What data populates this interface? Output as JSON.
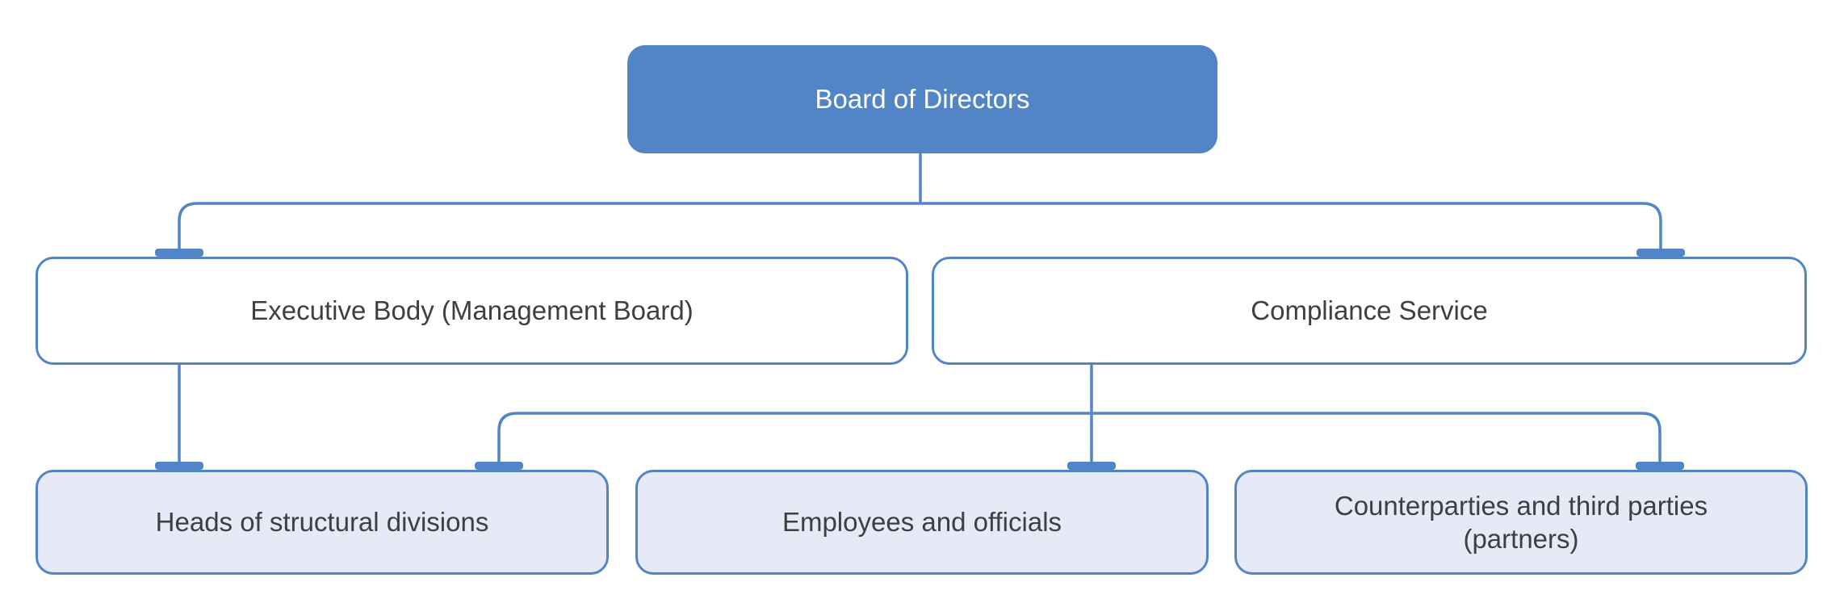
{
  "diagram": {
    "type": "org-chart",
    "nodes": [
      {
        "id": "board",
        "label": "Board of Directors",
        "level": 1,
        "style": "primary"
      },
      {
        "id": "executive",
        "label": "Executive Body (Management Board)",
        "level": 2,
        "style": "outline"
      },
      {
        "id": "compliance",
        "label": "Compliance Service",
        "level": 2,
        "style": "outline"
      },
      {
        "id": "heads",
        "label": "Heads of structural divisions",
        "level": 3,
        "style": "light"
      },
      {
        "id": "employees",
        "label": "Employees and officials",
        "level": 3,
        "style": "light"
      },
      {
        "id": "counterparties",
        "label": "Counterparties and third parties\n(partners)",
        "level": 3,
        "style": "light"
      }
    ],
    "edges": [
      {
        "from": "board",
        "to": "executive"
      },
      {
        "from": "board",
        "to": "compliance"
      },
      {
        "from": "executive",
        "to": "heads"
      },
      {
        "from": "compliance",
        "to": "heads"
      },
      {
        "from": "compliance",
        "to": "employees"
      },
      {
        "from": "compliance",
        "to": "counterparties"
      }
    ],
    "colors": {
      "primary_fill": "#5285C6",
      "connector": "#5285C6",
      "light_fill": "#E7EAF6",
      "node_border": "#5285C6",
      "text_dark": "#3C4043",
      "text_light": "#FFFFFF",
      "background": "#FFFFFF"
    }
  }
}
